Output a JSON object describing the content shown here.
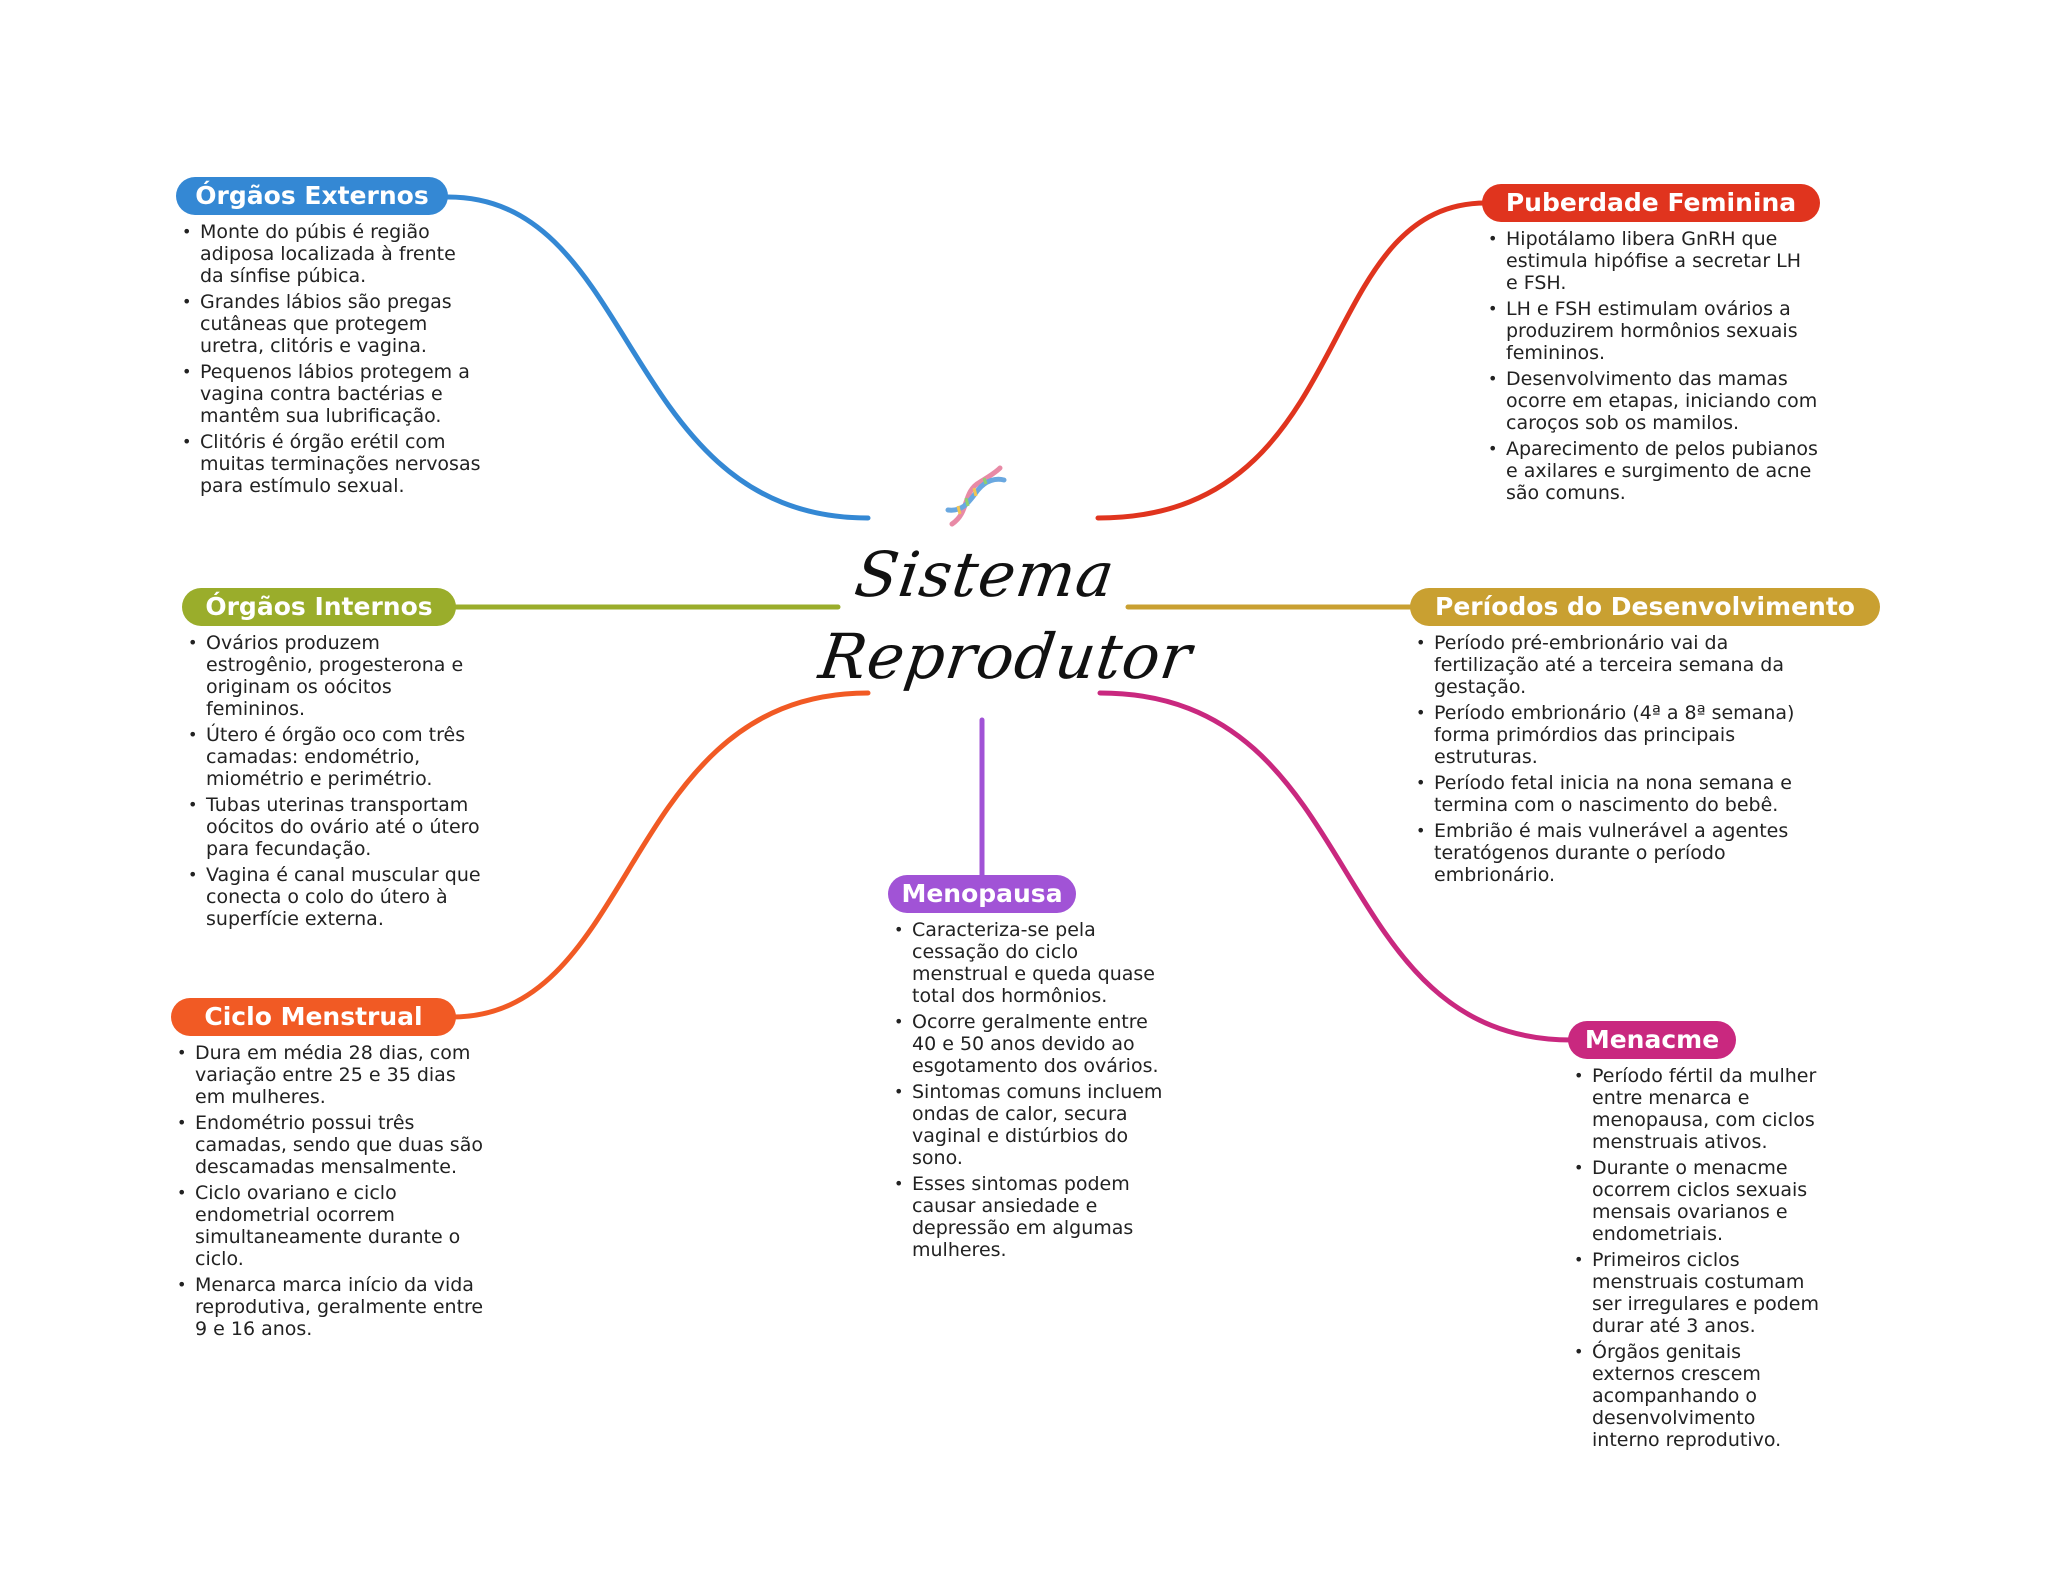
{
  "title_line1": "Sistema",
  "title_line2": "Reprodutor",
  "center_icon": "dna-icon",
  "colors": {
    "externos": "#3488d4",
    "internos": "#9aad2b",
    "ciclo": "#f15a24",
    "menopausa": "#a153d6",
    "puberdade": "#e0341e",
    "periodos": "#c9a031",
    "menacme": "#c9287f"
  },
  "branches": {
    "externos": {
      "label": "Órgãos Externos",
      "items": [
        "Monte do púbis é região adiposa localizada à frente da sínfise púbica.",
        "Grandes lábios são pregas cutâneas que protegem uretra, clitóris e vagina.",
        "Pequenos lábios protegem a vagina contra bactérias e mantêm sua lubrificação.",
        "Clitóris é órgão erétil com muitas terminações nervosas para estímulo sexual."
      ]
    },
    "internos": {
      "label": "Órgãos Internos",
      "items": [
        "Ovários produzem estrogênio, progesterona e originam os oócitos femininos.",
        "Útero é órgão oco com três camadas: endométrio, miométrio e perimétrio.",
        "Tubas uterinas transportam oócitos do ovário até o útero para fecundação.",
        "Vagina é canal muscular que conecta o colo do útero à superfície externa."
      ]
    },
    "ciclo": {
      "label": "Ciclo Menstrual",
      "items": [
        "Dura em média 28 dias, com variação entre 25 e 35 dias em mulheres.",
        "Endométrio possui três camadas, sendo que duas são descamadas mensalmente.",
        "Ciclo ovariano e ciclo endometrial ocorrem simultaneamente durante o ciclo.",
        "Menarca marca início da vida reprodutiva, geralmente entre 9 e 16 anos."
      ]
    },
    "menopausa": {
      "label": "Menopausa",
      "items": [
        "Caracteriza-se pela cessação do ciclo menstrual e queda quase total dos hormônios.",
        "Ocorre geralmente entre 40 e 50 anos devido ao esgotamento dos ovários.",
        "Sintomas comuns incluem ondas de calor, secura vaginal e distúrbios do sono.",
        "Esses sintomas podem causar ansiedade e depressão em algumas mulheres."
      ]
    },
    "puberdade": {
      "label": "Puberdade Feminina",
      "items": [
        "Hipotálamo libera GnRH que estimula hipófise a secretar LH e FSH.",
        "LH e FSH estimulam ovários a produzirem hormônios sexuais femininos.",
        "Desenvolvimento das mamas ocorre em etapas, iniciando com caroços sob os mamilos.",
        "Aparecimento de pelos pubianos e axilares e surgimento de acne são comuns."
      ]
    },
    "periodos": {
      "label": "Períodos do Desenvolvimento",
      "items": [
        "Período pré-embrionário vai da fertilização até a terceira semana da gestação.",
        "Período embrionário (4ª a 8ª semana) forma primórdios das principais estruturas.",
        "Período fetal inicia na nona semana e termina com o nascimento do bebê.",
        "Embrião é mais vulnerável a agentes teratógenos durante o período embrionário."
      ]
    },
    "menacme": {
      "label": "Menacme",
      "items": [
        "Período fértil da mulher entre menarca e menopausa, com ciclos menstruais ativos.",
        "Durante o menacme ocorrem ciclos sexuais mensais ovarianos e endometriais.",
        "Primeiros ciclos menstruais costumam ser irregulares e podem durar até 3 anos.",
        "Órgãos genitais externos crescem acompanhando o desenvolvimento interno reprodutivo."
      ]
    }
  }
}
